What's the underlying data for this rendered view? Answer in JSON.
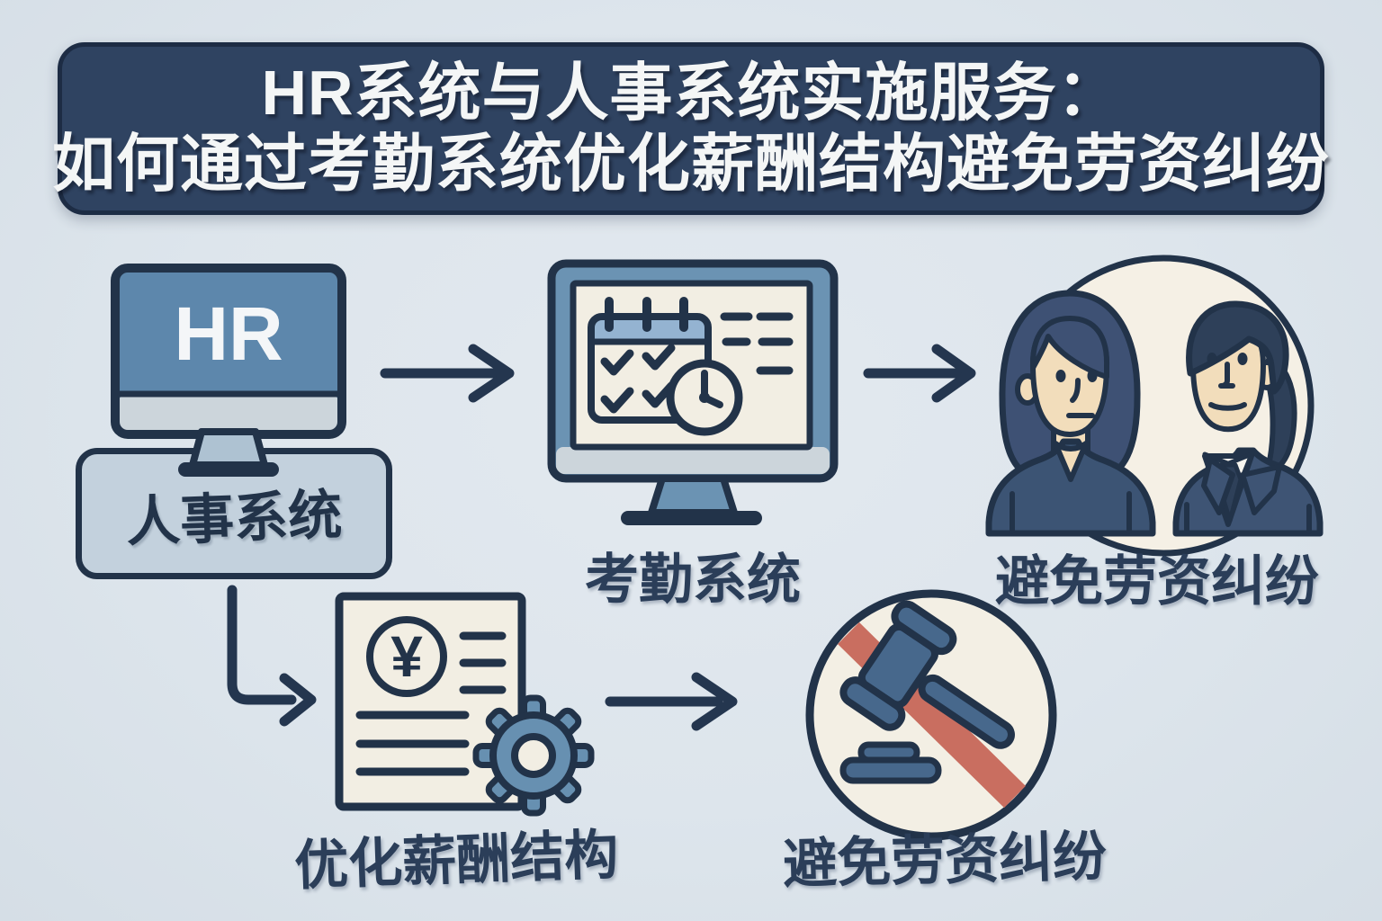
{
  "banner": {
    "line1": "HR系统与人事系统实施服务：",
    "line2": "如何通过考勤系统优化薪酬结构避免劳资纠纷"
  },
  "nodes": {
    "hr_system": {
      "screen_text": "HR",
      "label": "人事系统"
    },
    "attendance_system": {
      "label": "考勤系统"
    },
    "avoid_dispute_top": {
      "label": "避免劳资纠纷"
    },
    "optimize_salary": {
      "label": "优化薪酬结构",
      "yen_symbol": "¥"
    },
    "avoid_dispute_bottom": {
      "label": "避免劳资纠纷"
    }
  },
  "icons": [
    "hr-monitor-icon",
    "attendance-monitor-icon",
    "calendar-icon",
    "clock-icon",
    "employees-icon",
    "salary-document-icon",
    "yen-circle-icon",
    "gear-icon",
    "gavel-icon",
    "prohibition-slash",
    "arrow-right-icon",
    "corner-arrow-icon"
  ],
  "colors": {
    "background": "#dde5ec",
    "banner_bg": "#2f4361",
    "banner_border": "#1d2c44",
    "banner_text": "#f4f6f6",
    "outline_navy": "#223349",
    "label_navy": "#2b3e59",
    "arrow_navy": "#24364f",
    "screen_blue": "#5d87ac",
    "frame_blue": "#6b93b3",
    "cream": "#f2eee3",
    "light_gray_strip": "#ccd5db",
    "box_blue": "#c3d1dd",
    "calendar_header_blue": "#94b3d1",
    "gear_blue": "#6790b1",
    "gavel_blue": "#47688c",
    "slash_red": "#c96e60",
    "skin": "#f2ddbb",
    "hair_dark": "#2e4059",
    "hair_mid": "#3e5174",
    "suit_navy": "#3c5474"
  }
}
